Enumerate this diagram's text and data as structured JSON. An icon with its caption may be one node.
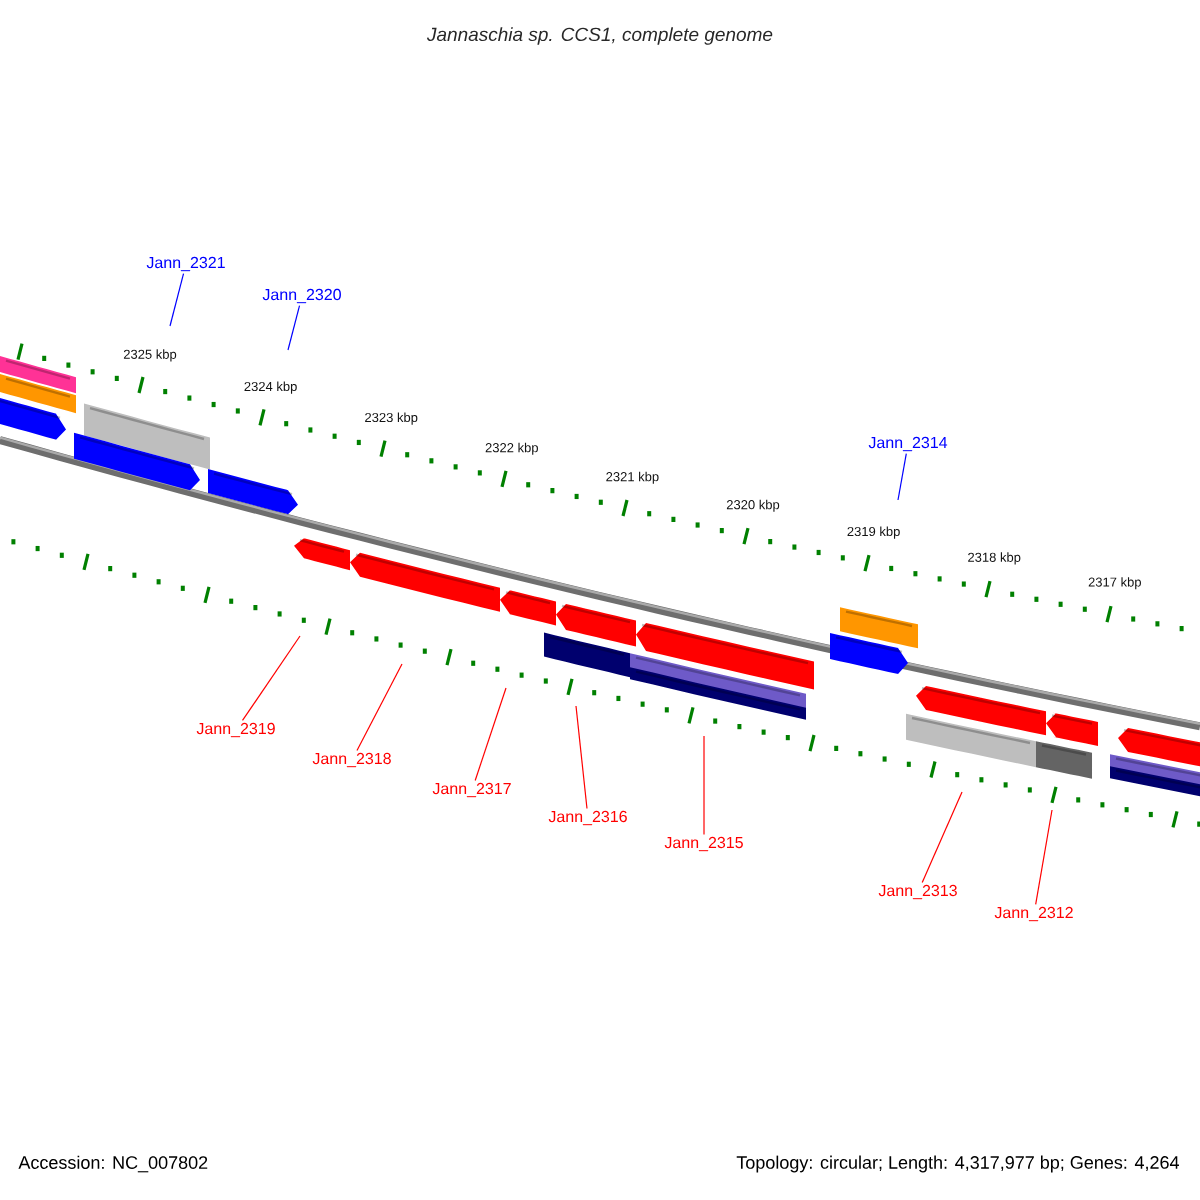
{
  "diagram": {
    "title": "*Jannaschia sp. CCS1, complete genome*",
    "nodes": [
      {
        "text": [
          "Jann_2321"
        ]
      },
      {
        "text": [
          "Jann_2320"
        ]
      },
      {
        "text": [
          "Jann_2314"
        ]
      },
      {
        "text": [
          "Jann_2319"
        ]
      },
      {
        "text": [
          "Jann_2318"
        ]
      },
      {
        "text": [
          "Jann_2317"
        ]
      },
      {
        "text": [
          "Jann_2316"
        ]
      },
      {
        "text": [
          "Jann_2315"
        ]
      },
      {
        "text": [
          "Jann_2313"
        ]
      },
      {
        "text": [
          "Jann_2312"
        ]
      }
    ],
    "edges": [
      {
        "from": 0,
        "to": null,
        "arrow": "none",
        "color": "#0000ff"
      },
      {
        "from": 1,
        "to": null,
        "arrow": "none",
        "color": "#0000ff"
      },
      {
        "from": 2,
        "to": null,
        "arrow": "none",
        "color": "#0000ff"
      },
      {
        "from": 3,
        "to": null,
        "arrow": "none"
      },
      {
        "from": 4,
        "to": null,
        "arrow": "none"
      },
      {
        "from": 5,
        "to": null,
        "arrow": "none"
      },
      {
        "from": 6,
        "to": null,
        "arrow": "none"
      },
      {
        "from": 7,
        "to": null,
        "arrow": "none"
      },
      {
        "from": 8,
        "to": null,
        "arrow": "none"
      },
      {
        "from": 9,
        "to": null,
        "arrow": "none"
      }
    ],
    "labels": [
      "2325 kbp",
      "2324 kbp",
      "2323 kbp",
      "2322 kbp",
      "2321 kbp",
      "2320 kbp",
      "2319 kbp",
      "2318 kbp",
      "2317 kbp",
      "Accession: NC_007802",
      "Topology: circular; Length: 4,317,977 bp; Genes: 4,264"
    ]
  }
}
